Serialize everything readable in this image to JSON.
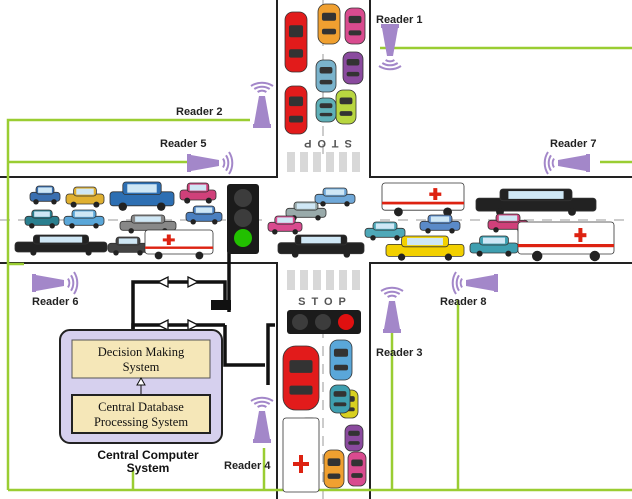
{
  "readers": {
    "r1": "Reader 1",
    "r2": "Reader 2",
    "r3": "Reader 3",
    "r4": "Reader 4",
    "r5": "Reader 5",
    "r6": "Reader 6",
    "r7": "Reader 7",
    "r8": "Reader 8"
  },
  "road_text": {
    "stop_top": "STOP",
    "stop_bottom": "STOP"
  },
  "system": {
    "decision_line1": "Decision Making",
    "decision_line2": "System",
    "database_line1": "Central Database",
    "database_line2": "Processing System",
    "title_line1": "Central Computer",
    "title_line2": "System"
  },
  "colors": {
    "wire": "#9acd32",
    "reader": "#a387c9",
    "panel": "#d6d0ee",
    "decision_box": "#f5e7b8",
    "road_edge": "#222222",
    "signal_green": "#22c000",
    "signal_red": "#e01010"
  }
}
